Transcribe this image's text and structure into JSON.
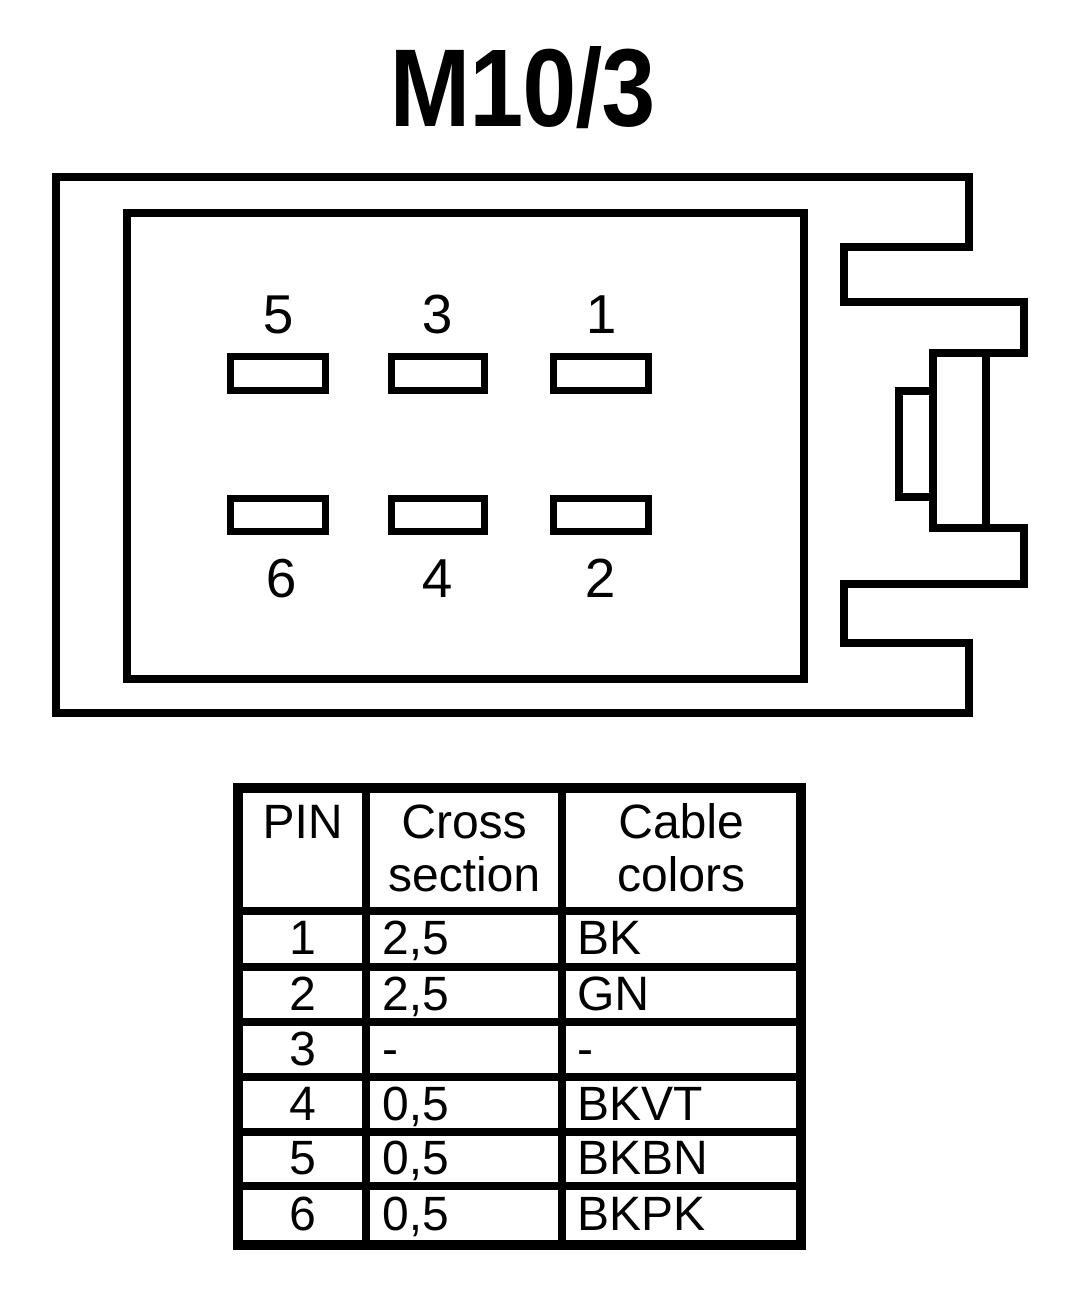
{
  "title": "M10/3",
  "colors": {
    "line": "#000000",
    "background": "#ffffff"
  },
  "connector": {
    "pin_labels_top": [
      "5",
      "3",
      "1"
    ],
    "pin_labels_bottom": [
      "6",
      "4",
      "2"
    ]
  },
  "pin_table": {
    "headers": [
      "PIN",
      "Cross section",
      "Cable colors"
    ],
    "rows": [
      {
        "pin": "1",
        "cross_section": "2,5",
        "cable_color": "BK"
      },
      {
        "pin": "2",
        "cross_section": "2,5",
        "cable_color": "GN"
      },
      {
        "pin": "3",
        "cross_section": "-",
        "cable_color": "-"
      },
      {
        "pin": "4",
        "cross_section": "0,5",
        "cable_color": "BKVT"
      },
      {
        "pin": "5",
        "cross_section": "0,5",
        "cable_color": "BKBN"
      },
      {
        "pin": "6",
        "cross_section": "0,5",
        "cable_color": "BKPK"
      }
    ]
  }
}
